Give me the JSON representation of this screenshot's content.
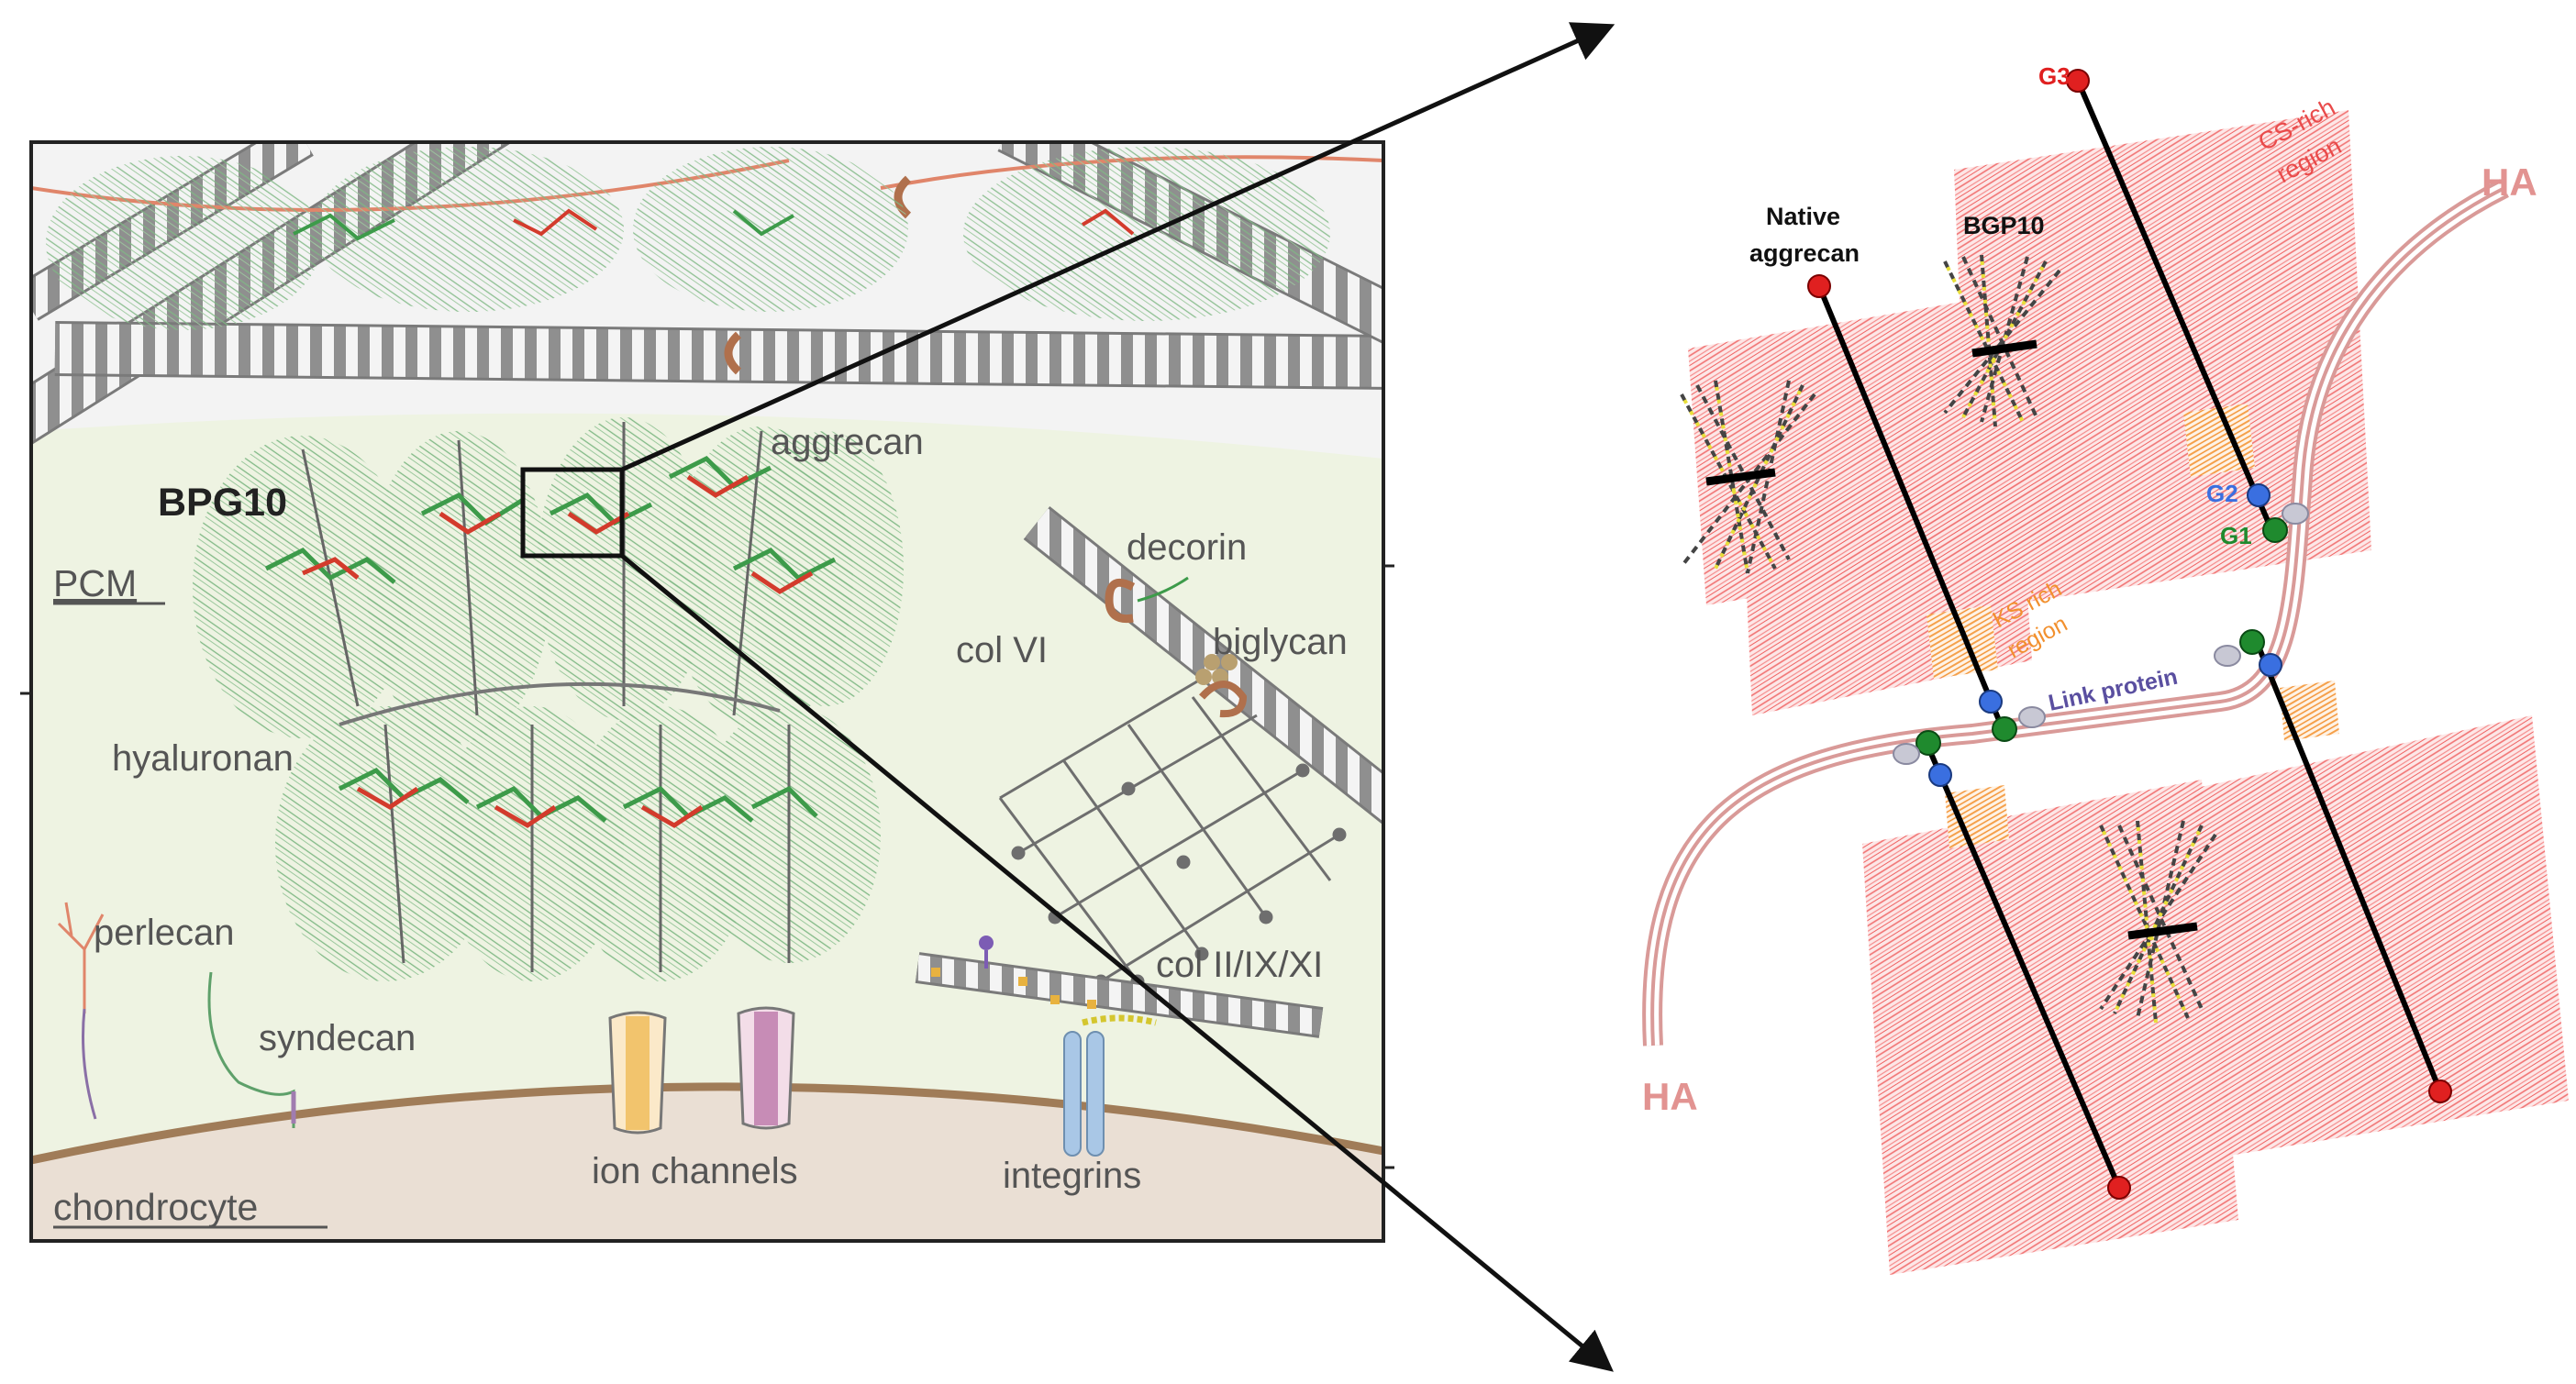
{
  "left_panel": {
    "labels": {
      "bpg10": "BPG10",
      "aggrecan": "aggrecan",
      "pcm": "PCM",
      "decorin": "decorin",
      "biglycan": "biglycan",
      "col_vi": "col VI",
      "hyaluronan": "hyaluronan",
      "perlecan": "perlecan",
      "syndecan": "syndecan",
      "col_ii_ix_xi": "col II/IX/XI",
      "ion_channels": "ion channels",
      "integrins": "integrins",
      "chondrocyte": "chondrocyte"
    }
  },
  "right_panel": {
    "labels": {
      "ha_top": "HA",
      "ha_bottom": "HA",
      "g3": "G3",
      "g2": "G2",
      "g1": "G1",
      "cs_region_line1": "CS-rich",
      "cs_region_line2": "region",
      "native_line1": "Native",
      "native_line2": "aggrecan",
      "bgp10": "BGP10",
      "ks_line1": "KS rich",
      "ks_line2": "region",
      "link_protein": "Link protein"
    }
  },
  "colors": {
    "pcm_fill": "#eef3e2",
    "chondrocyte_fill": "#eadfd4",
    "membrane": "#a07c58",
    "cs_red": "#f26d6d",
    "ks_orange": "#f5a04a",
    "ha_pink": "#d99a98",
    "g1_green": "#1f8a2e",
    "g2_blue": "#3a6fe0",
    "g3_red": "#e02020",
    "link_gray": "#c8c8d4",
    "gag_green": "#3d9b4a",
    "crosslink_red": "#d33b2c"
  }
}
